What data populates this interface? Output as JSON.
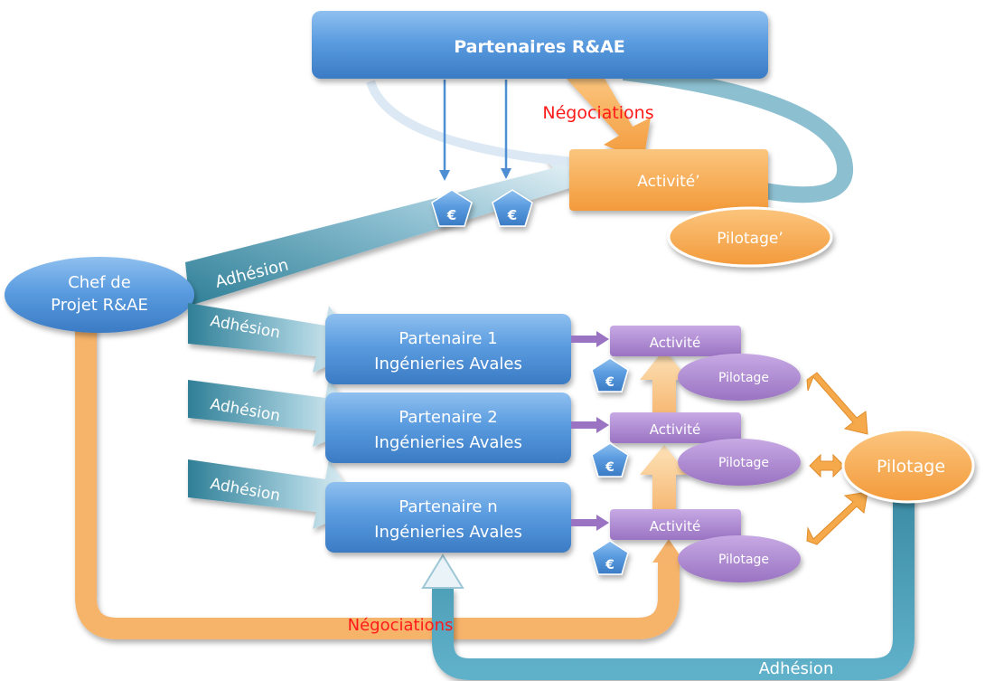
{
  "top_partners": "Partenaires R&AE",
  "negotiations_top": "Négociations",
  "activity_prime": "Activité’",
  "pilotage_prime": "Pilotage’",
  "chef": {
    "line1": "Chef de",
    "line2": "Projet R&AE"
  },
  "adhesion_label": "Adhésion",
  "partners": [
    {
      "line1": "Partenaire 1",
      "line2": "Ingénieries Avales"
    },
    {
      "line1": "Partenaire 2",
      "line2": "Ingénieries Avales"
    },
    {
      "line1": "Partenaire n",
      "line2": "Ingénieries Avales"
    }
  ],
  "activity_label": "Activité",
  "pilotage_small": "Pilotage",
  "pilotage_main": "Pilotage",
  "euro": "€",
  "negotiations_bottom": "Négociations",
  "adhesion_bottom": "Adhésion",
  "colors": {
    "blue": "#4e8fd3",
    "orange": "#f5a94a",
    "purple": "#a783c9",
    "teal": "#3f8ea8",
    "red": "#ff1a1a"
  }
}
